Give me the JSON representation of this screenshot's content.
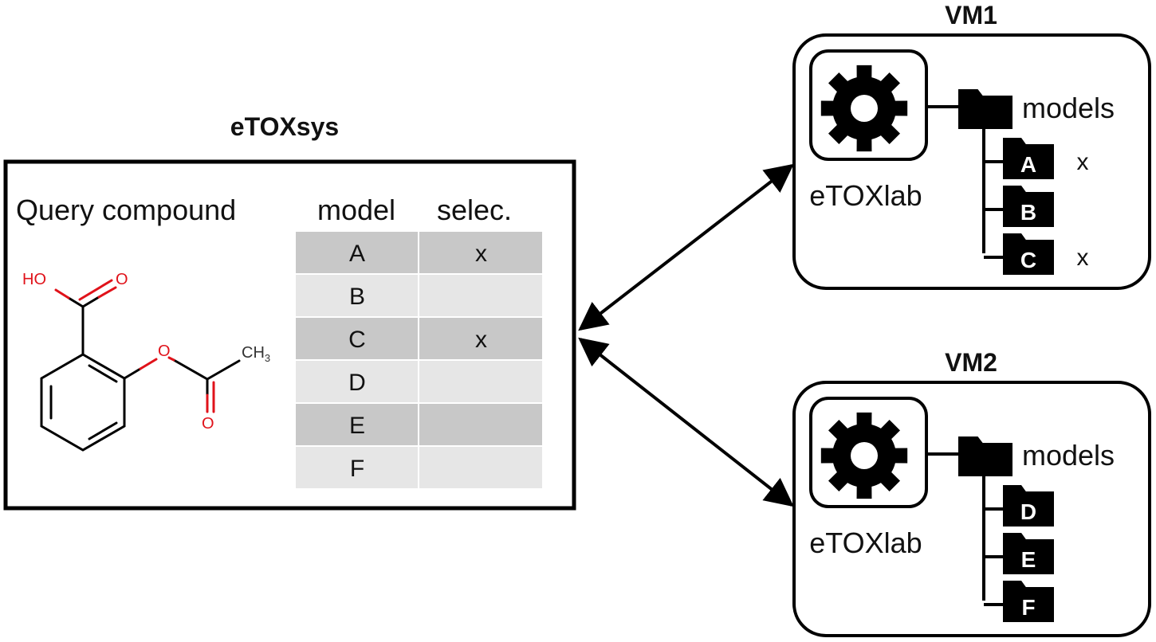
{
  "etoxsys": {
    "title": "eTOXsys",
    "query_label": "Query compound",
    "compound_atoms": {
      "hydroxyl": "HO",
      "carbonyl_o1": "O",
      "ester_o": "O",
      "carbonyl_o2": "O",
      "methyl": "CH3"
    },
    "table": {
      "headers": [
        "model",
        "selec."
      ],
      "rows": [
        {
          "model": "A",
          "selected": "x"
        },
        {
          "model": "B",
          "selected": ""
        },
        {
          "model": "C",
          "selected": "x"
        },
        {
          "model": "D",
          "selected": ""
        },
        {
          "model": "E",
          "selected": ""
        },
        {
          "model": "F",
          "selected": ""
        }
      ]
    }
  },
  "vms": [
    {
      "title": "VM1",
      "app_label": "eTOXlab",
      "app_icon": "gear-icon",
      "folder_label": "models",
      "models": [
        {
          "name": "A",
          "mark": "x"
        },
        {
          "name": "B",
          "mark": ""
        },
        {
          "name": "C",
          "mark": "x"
        }
      ]
    },
    {
      "title": "VM2",
      "app_label": "eTOXlab",
      "app_icon": "gear-icon",
      "folder_label": "models",
      "models": [
        {
          "name": "D",
          "mark": ""
        },
        {
          "name": "E",
          "mark": ""
        },
        {
          "name": "F",
          "mark": ""
        }
      ]
    }
  ],
  "colors": {
    "row_dark": "#c8c8c8",
    "row_light": "#e6e6e6",
    "atom_red": "#e0121a",
    "line": "#000000"
  }
}
